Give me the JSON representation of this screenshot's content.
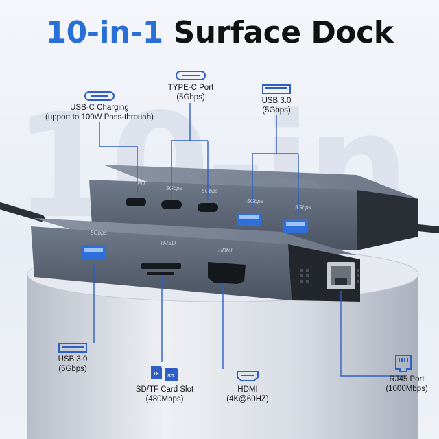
{
  "title": {
    "accent": "10-in-1",
    "rest": "Surface Dock"
  },
  "background_word": "10-in",
  "colors": {
    "accent": "#2a6fd6",
    "line": "#2f5fc4",
    "dock_body": "#56606f",
    "pedestal": "#c9ced8"
  },
  "labels": {
    "usbc_charging": {
      "line1": "USB-C Charging",
      "line2": "(upport to 100W Pass-throuah)",
      "icon": "usb-c-port-icon"
    },
    "typec_port": {
      "line1": "TYPE-C Port",
      "line2": "(5Gbps)",
      "icon": "usb-c-port-icon"
    },
    "usb30_top": {
      "line1": "USB 3.0",
      "line2": "(5Gbps)",
      "icon": "usb-a-port-icon"
    },
    "usb30_bottom": {
      "line1": "USB 3.0",
      "line2": "(5Gbps)",
      "icon": "usb-a-port-icon"
    },
    "sdtf": {
      "line1": "SD/TF Card Slot",
      "line2": "(480Mbps)",
      "icon": "sd-tf-card-icon"
    },
    "hdmi": {
      "line1": "HDMI",
      "line2": "(4K@60HZ)",
      "icon": "hdmi-port-icon"
    },
    "rj45": {
      "line1": "RJ45 Port",
      "line2": "(1000Mbps)",
      "icon": "ethernet-port-icon"
    }
  },
  "port_markings": {
    "pd": "PD",
    "typec1": "5Gbps",
    "typec2": "5Gbps",
    "usb_top1": "5Gbps",
    "usb_top2": "5Gbps",
    "usb_front": "5Gbps",
    "tfsd": "TF/SD",
    "hdmi": "HDMI"
  }
}
